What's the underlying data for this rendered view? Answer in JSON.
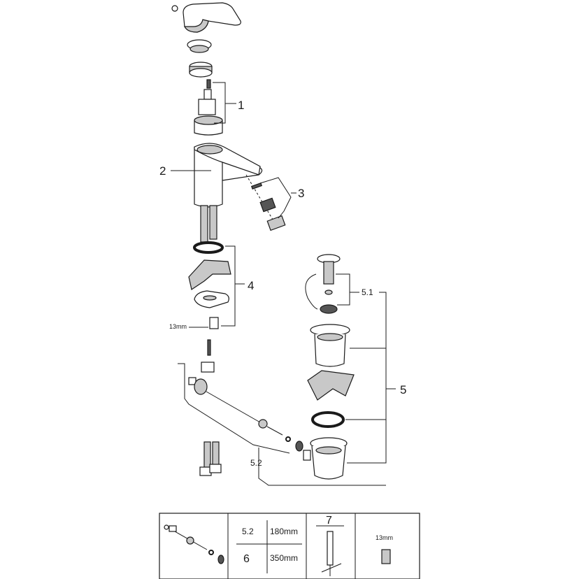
{
  "callouts": {
    "c1": "1",
    "c2": "2",
    "c3": "3",
    "c4": "4",
    "c5": "5",
    "c51": "5.1",
    "c52": "5.2",
    "wrench_13": "13mm"
  },
  "table": {
    "rows": [
      {
        "part": "5.2",
        "length": "180mm"
      },
      {
        "part": "6",
        "length": "350mm"
      }
    ],
    "tool_number": "7",
    "wrench_size": "13mm"
  }
}
